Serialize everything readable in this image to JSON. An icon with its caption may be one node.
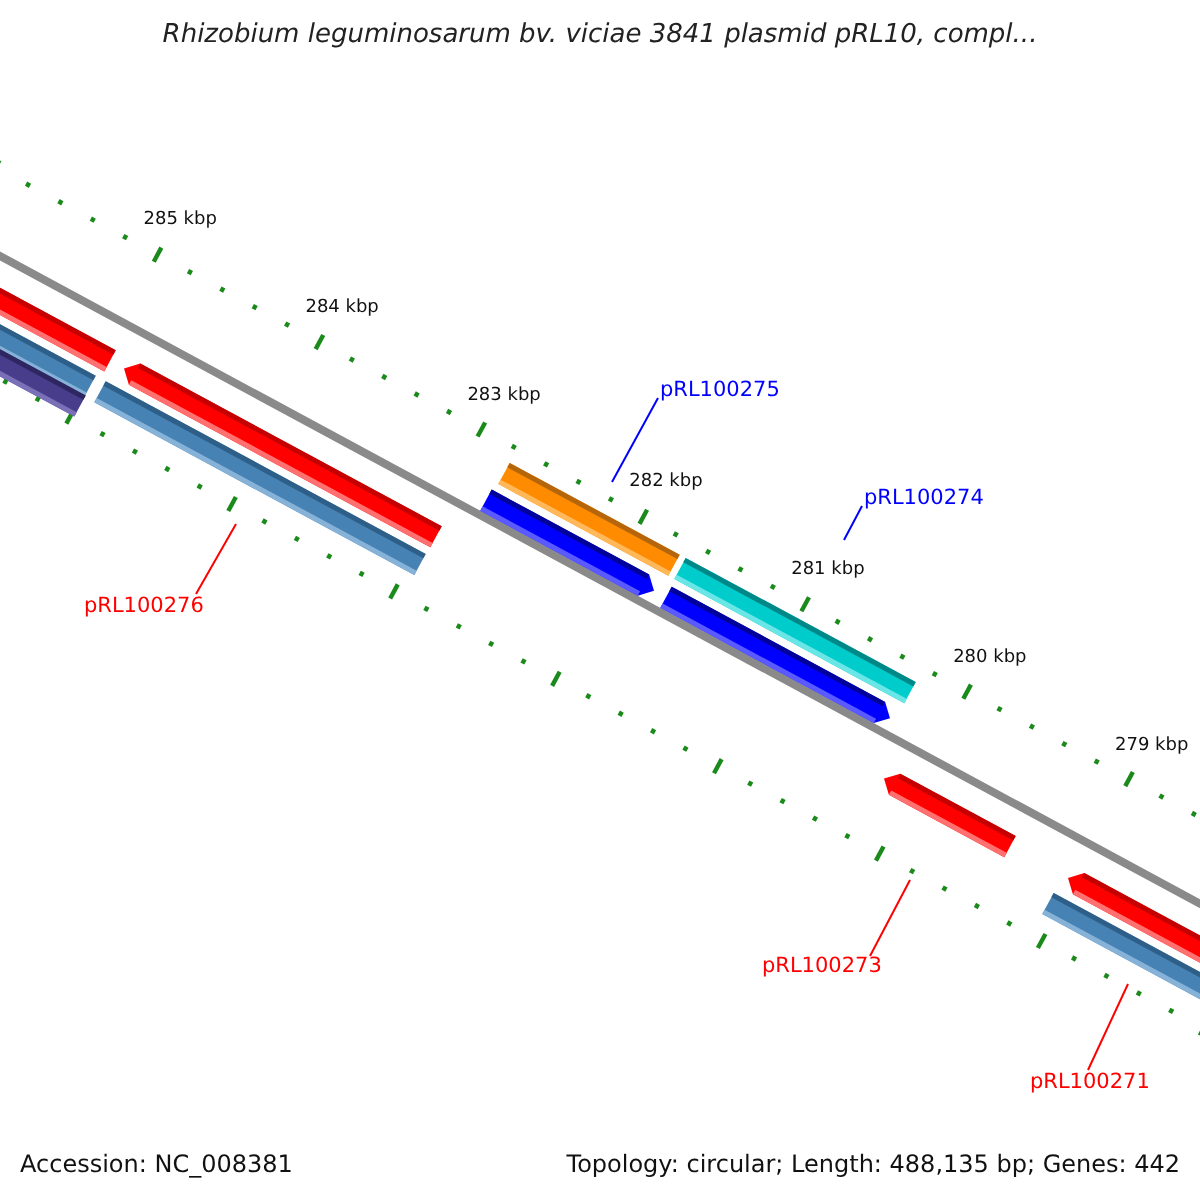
{
  "diagram": {
    "title": "Rhizobium leguminosarum bv. viciae 3841 plasmid pRL10, compl...",
    "nodes": [
      {
        "text": [
          "pRL100275"
        ]
      },
      {
        "text": [
          "pRL100274"
        ]
      },
      {
        "text": [
          "pRL100276"
        ]
      },
      {
        "text": [
          "pRL100273"
        ]
      },
      {
        "text": [
          "pRL100271"
        ]
      }
    ],
    "edges": [
      {
        "from": 0,
        "to": null,
        "arrow": "none",
        "color": "#0000ff"
      },
      {
        "from": 1,
        "to": null,
        "arrow": "none",
        "color": "#0000ff"
      },
      {
        "from": 2,
        "to": null,
        "arrow": "none"
      },
      {
        "from": 3,
        "to": null,
        "arrow": "none"
      },
      {
        "from": 4,
        "to": null,
        "arrow": "none"
      }
    ],
    "labels": [
      "285 kbp",
      "284 kbp",
      "283 kbp",
      "282 kbp",
      "281 kbp",
      "280 kbp",
      "279 kbp",
      "Accession: NC_008381",
      "Topology: circular; Length: 488,135 bp; Genes: 442"
    ]
  }
}
